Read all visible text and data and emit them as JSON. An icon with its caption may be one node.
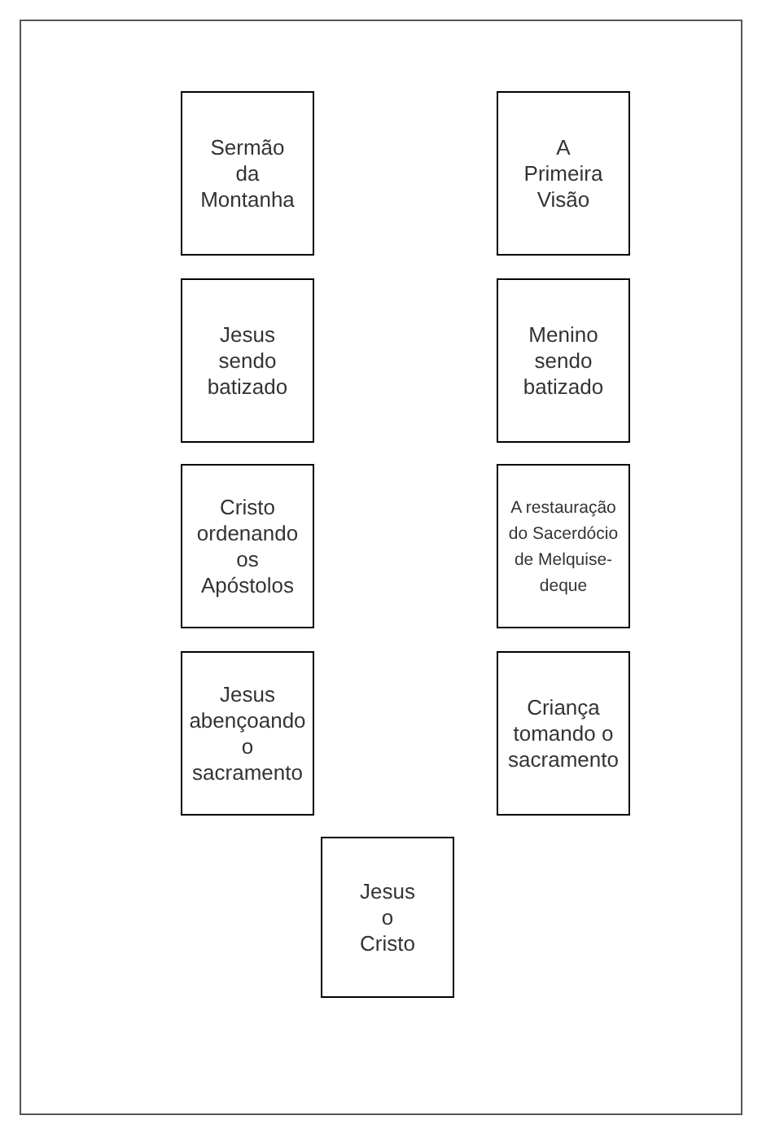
{
  "diagram": {
    "nodes": [
      {
        "text": [
          "Sermão da Montanha"
        ]
      },
      {
        "text": [
          "A Primeira Visão"
        ]
      },
      {
        "text": [
          "Jesus sendo batizado"
        ]
      },
      {
        "text": [
          "Menino sendo batizado"
        ]
      },
      {
        "text": [
          "Cristo ordenando os Apóstolos"
        ]
      },
      {
        "text": [
          "A restauração do Sacerdócio de Melquise-deque"
        ]
      },
      {
        "text": [
          "Jesus abençoando o sacramento"
        ]
      },
      {
        "text": [
          "Criança tomando o sacramento"
        ]
      },
      {
        "text": [
          "Jesus o Cristo"
        ]
      }
    ]
  }
}
